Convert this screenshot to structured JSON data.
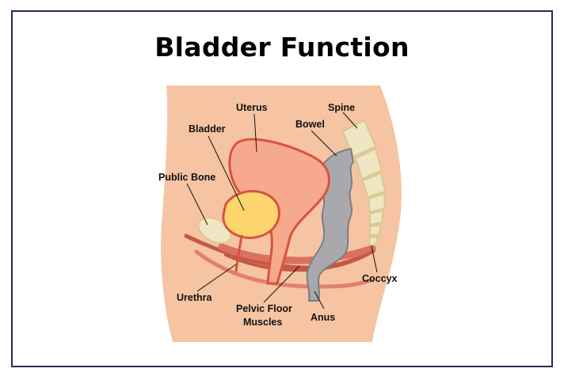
{
  "title": "Bladder Function",
  "labels": {
    "uterus": "Uterus",
    "spine": "Spine",
    "bladder": "Bladder",
    "bowel": "Bowel",
    "pubic_bone": "Public Bone",
    "urethra": "Urethra",
    "pelvic_floor_line1": "Pelvic Floor",
    "pelvic_floor_line2": "Muscles",
    "anus": "Anus",
    "coccyx": "Coccyx"
  },
  "colors": {
    "border": "#2a2a5a",
    "skin": "#f6c4a3",
    "uterus_fill": "#f6a98c",
    "organ_outline": "#d9533f",
    "bladder_fill": "#fcd66c",
    "bowel_fill": "#a9a9ad",
    "bone_fill": "#efe6c3",
    "muscle": "#c75744"
  }
}
